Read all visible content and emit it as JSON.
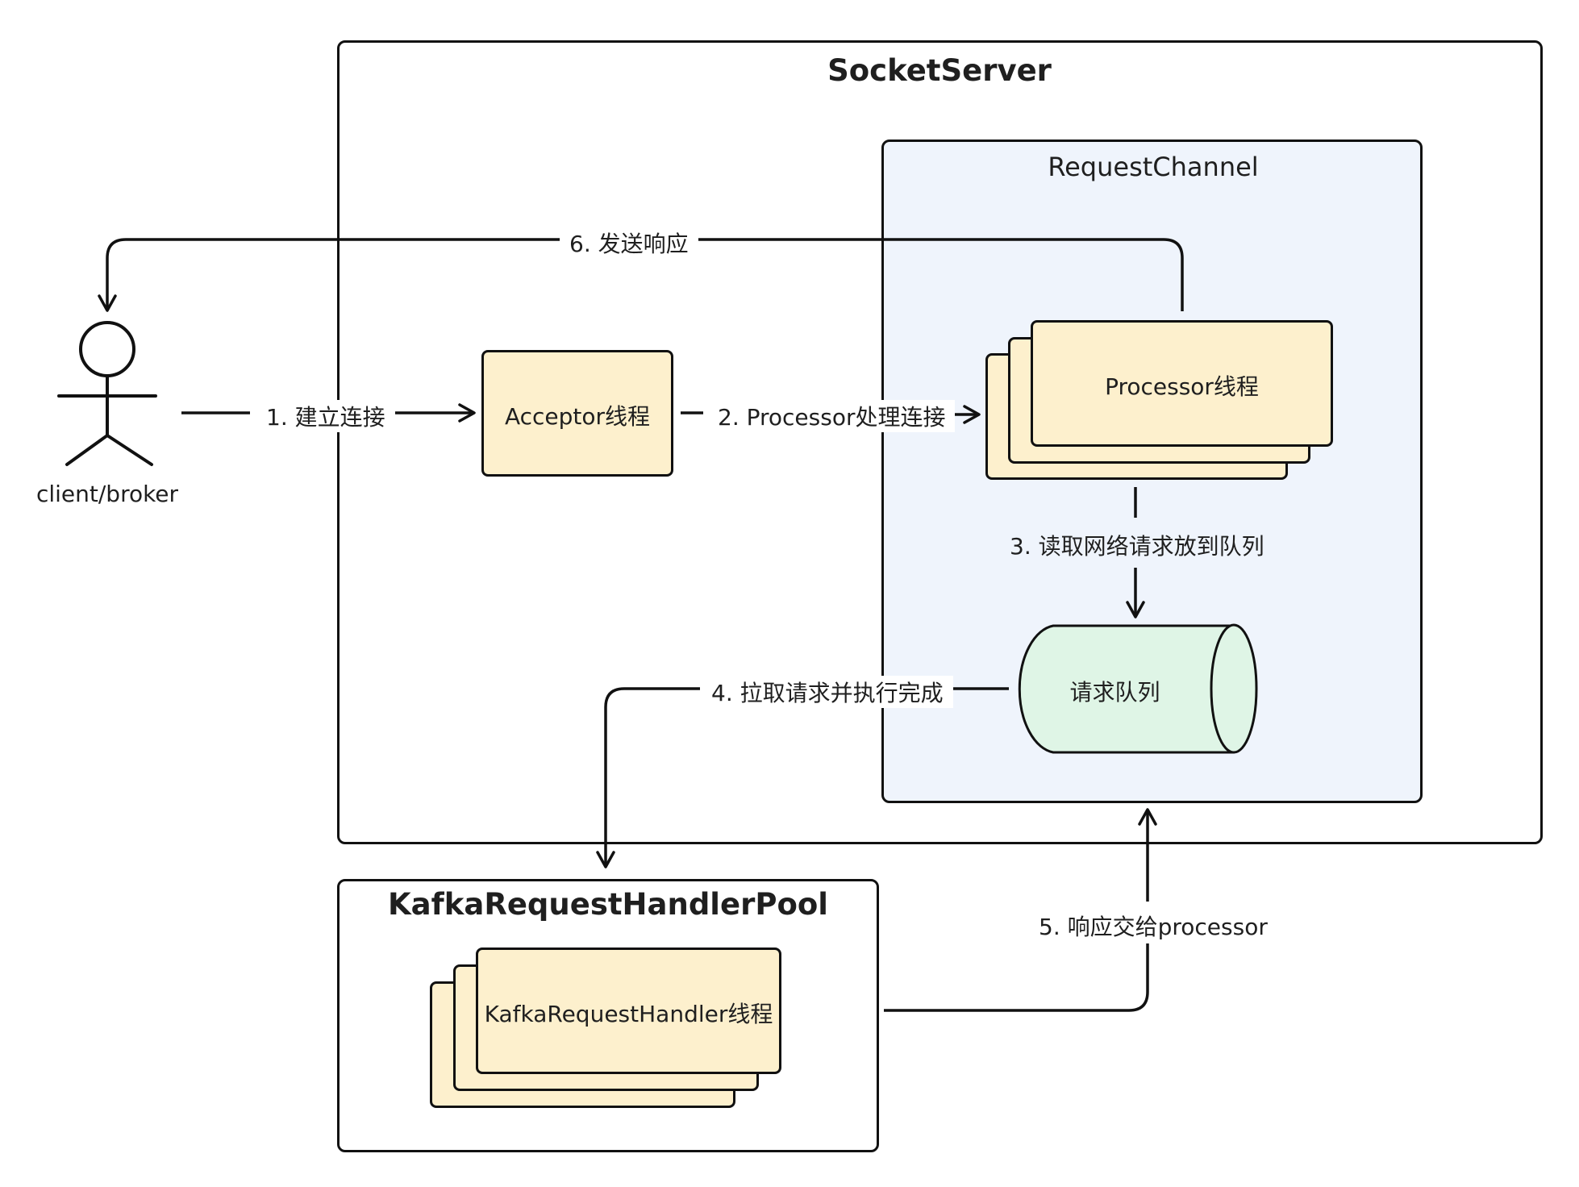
{
  "containers": {
    "socket_server": "SocketServer",
    "request_channel": "RequestChannel",
    "handler_pool": "KafkaRequestHandlerPool"
  },
  "nodes": {
    "actor": "client/broker",
    "acceptor": "Acceptor线程",
    "processor": "Processor线程",
    "queue": "请求队列",
    "handler": "KafkaRequestHandler线程"
  },
  "edges": {
    "e1": "1. 建立连接",
    "e2": "2. Processor处理连接",
    "e3": "3. 读取网络请求放到队列",
    "e4": "4. 拉取请求并执行完成",
    "e5": "5. 响应交给processor",
    "e6": "6. 发送响应"
  },
  "colors": {
    "node_fill": "#fdf0cd",
    "channel_fill": "#eff4fc",
    "queue_fill": "#dff5e6",
    "stroke": "#111111"
  }
}
